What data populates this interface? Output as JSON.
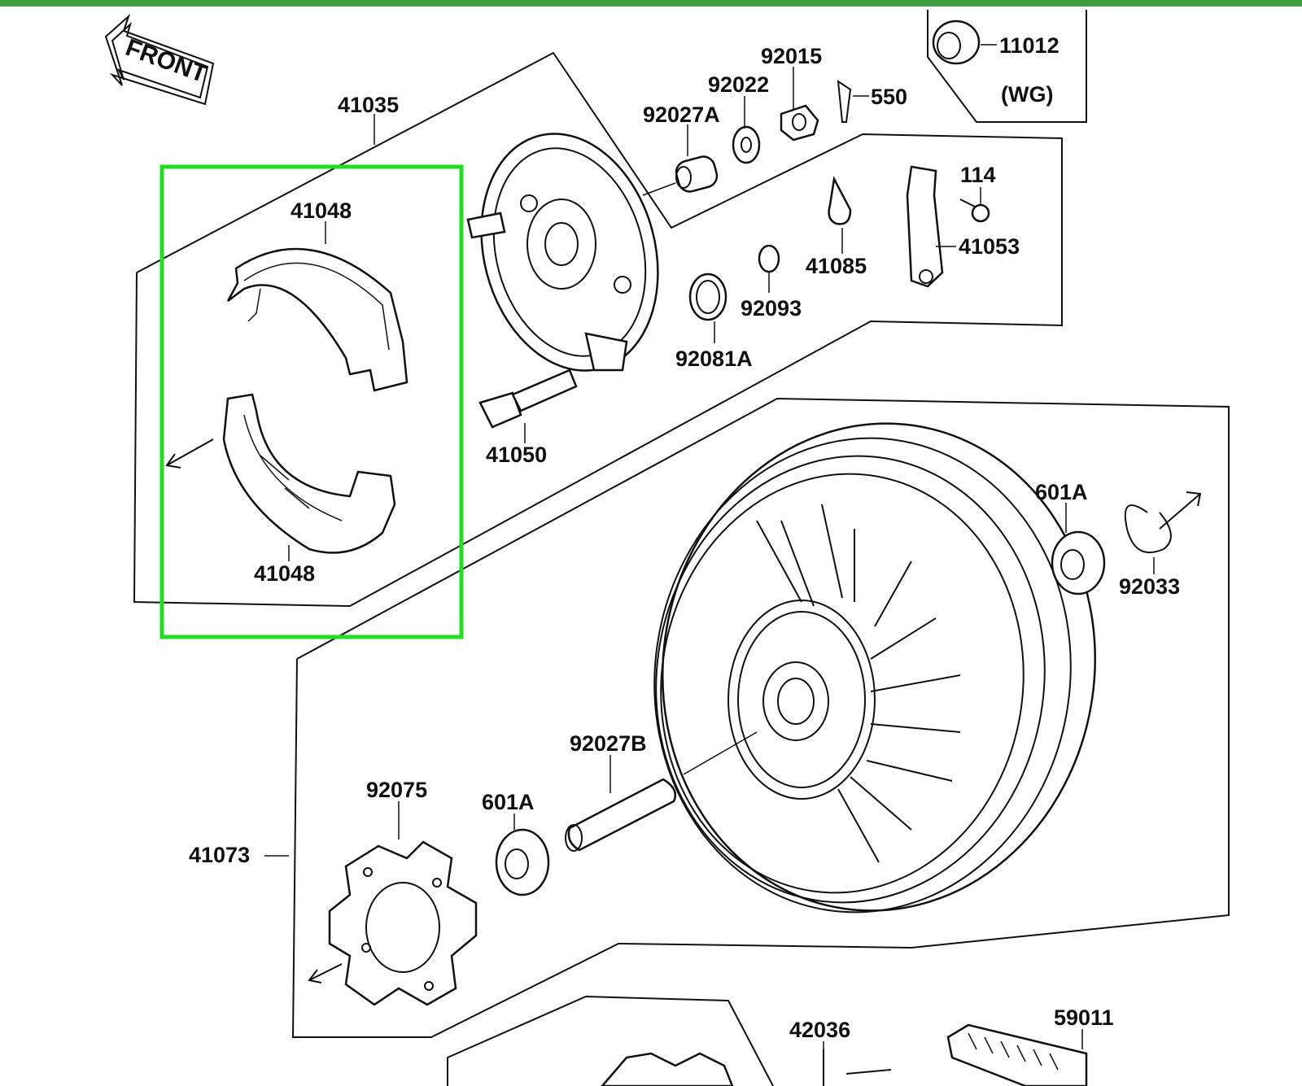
{
  "colors": {
    "top_bar": "#3f9c3f",
    "highlight_box": "#22dd22",
    "ink": "#111111"
  },
  "diagram": {
    "front_label": "FRONT",
    "parts": {
      "p41035": "41035",
      "p41048_top": "41048",
      "p41048_bottom": "41048",
      "p92015": "92015",
      "p92022": "92022",
      "p92027A": "92027A",
      "p550": "550",
      "p11012": "11012",
      "pWG": "(WG)",
      "p114": "114",
      "p41085": "41085",
      "p41053": "41053",
      "p92093": "92093",
      "p92081A": "92081A",
      "p41050": "41050",
      "p601A_right": "601A",
      "p92033": "92033",
      "p92027B": "92027B",
      "p92075": "92075",
      "p601A_left": "601A",
      "p41073": "41073",
      "p42036": "42036",
      "p59011": "59011"
    }
  }
}
